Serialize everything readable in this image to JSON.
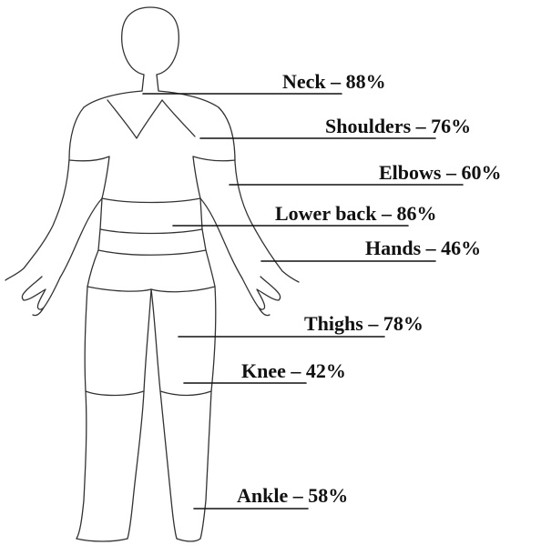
{
  "diagram": {
    "labels": [
      {
        "id": "neck",
        "part": "Neck",
        "sep": " – ",
        "value": "88%"
      },
      {
        "id": "shoulders",
        "part": "Shoulders",
        "sep": " – ",
        "value": "76%"
      },
      {
        "id": "elbows",
        "part": "Elbows",
        "sep": " – ",
        "value": "60%"
      },
      {
        "id": "lower-back",
        "part": "Lower back",
        "sep": " – ",
        "value": "86%"
      },
      {
        "id": "hands",
        "part": "Hands",
        "sep": " – ",
        "value": "46%"
      },
      {
        "id": "thighs",
        "part": "Thighs",
        "sep": " – ",
        "value": "78%"
      },
      {
        "id": "knee",
        "part": "Knee",
        "sep": " – ",
        "value": "42%"
      },
      {
        "id": "ankle",
        "part": "Ankle",
        "sep": " – ",
        "value": "58%"
      }
    ]
  }
}
